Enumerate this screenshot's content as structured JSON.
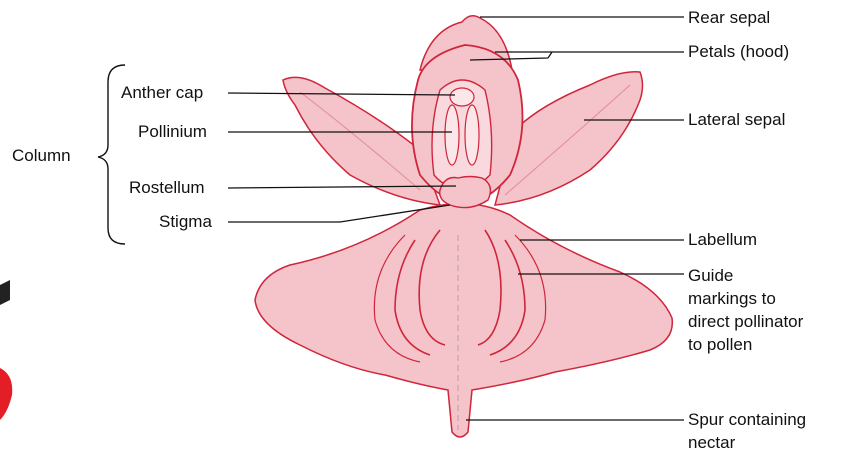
{
  "colors": {
    "petal_fill": "#f4c4ca",
    "petal_fill_light": "#f9d9dd",
    "outline": "#d0253a",
    "leader_line": "#111111",
    "text": "#111111",
    "edge_artifact": "#e41e26"
  },
  "labels": {
    "left": {
      "column": "Column",
      "anther_cap": "Anther cap",
      "pollinium": "Pollinium",
      "rostellum": "Rostellum",
      "stigma": "Stigma"
    },
    "right": {
      "rear_sepal": "Rear sepal",
      "petals": "Petals (hood)",
      "lateral_sepal": "Lateral sepal",
      "labellum": "Labellum",
      "guide_markings": [
        "Guide",
        "markings to",
        "direct pollinator",
        "to pollen"
      ],
      "spur": [
        "Spur containing",
        "nectar"
      ]
    }
  }
}
